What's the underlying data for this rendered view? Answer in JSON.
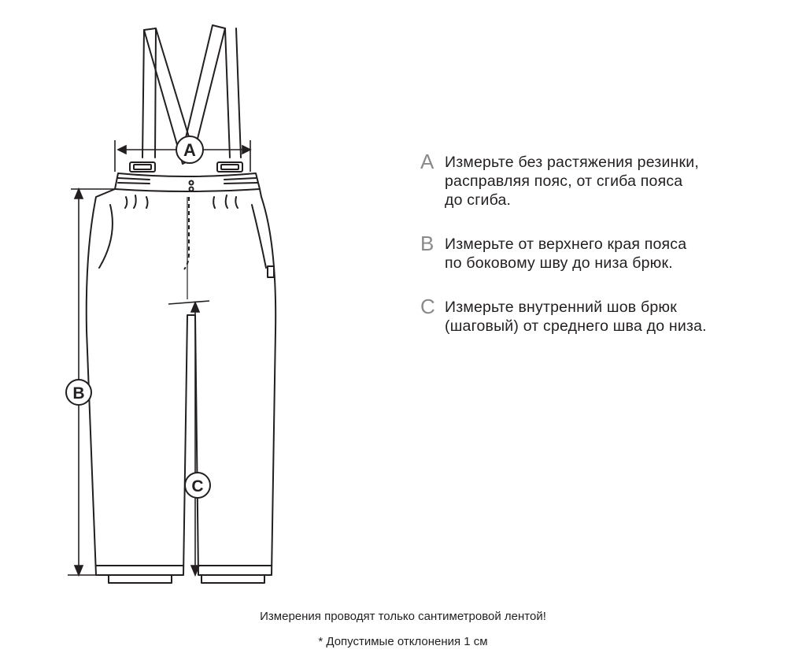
{
  "markers": {
    "a": "A",
    "b": "B",
    "c": "C"
  },
  "instructions": [
    {
      "letter": "A",
      "lines": [
        "Измерьте без растяжения резинки,",
        "расправляя пояс, от сгиба пояса",
        "до сгиба."
      ]
    },
    {
      "letter": "B",
      "lines": [
        "Измерьте от верхнего края пояса",
        "по боковому шву до низа брюк."
      ]
    },
    {
      "letter": "C",
      "lines": [
        "Измерьте внутренний шов брюк",
        "(шаговый) от среднего шва до низа."
      ]
    }
  ],
  "footer": {
    "note": "Измерения проводят только сантиметровой лентой!",
    "tolerance": "* Допустимые отклонения 1 см"
  },
  "colors": {
    "line": "#231f20",
    "letter_gray": "#8a8a8a",
    "background": "#ffffff"
  }
}
